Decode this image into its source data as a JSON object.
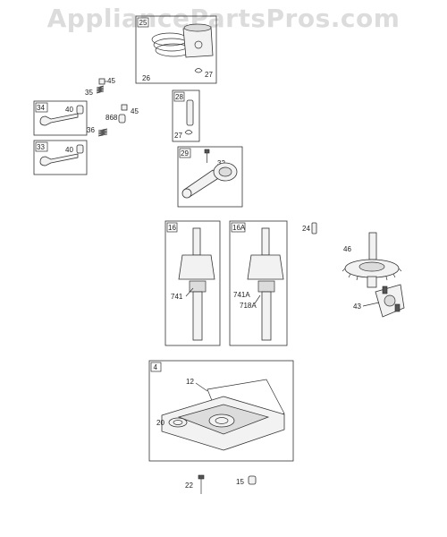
{
  "watermark": "AppliancePartsPros.com",
  "callouts": {
    "ring_set": "25",
    "piston": "26",
    "retainer_a": "27",
    "pin_box": "28",
    "retainer_b": "27",
    "rod_box": "29",
    "rod_bolt": "32",
    "valve_key_top": "45",
    "spring_top": "35",
    "seal_exhaust": "868",
    "valve_key_mid": "45",
    "intake_box": "34",
    "seal_intake": "40",
    "spring_mid": "36",
    "exhaust_box": "33",
    "seal_exhaust_b": "40",
    "crank_box": "16",
    "crank_gear": "741",
    "crank_alt_box": "16A",
    "crank_gear_alt": "741A",
    "crank_key_alt": "718A",
    "dowel": "24",
    "cam_gear": "46",
    "governor": "43",
    "sump_box": "4",
    "gasket": "12",
    "oil_seal": "20",
    "sump_bolt": "22",
    "plug": "15"
  }
}
